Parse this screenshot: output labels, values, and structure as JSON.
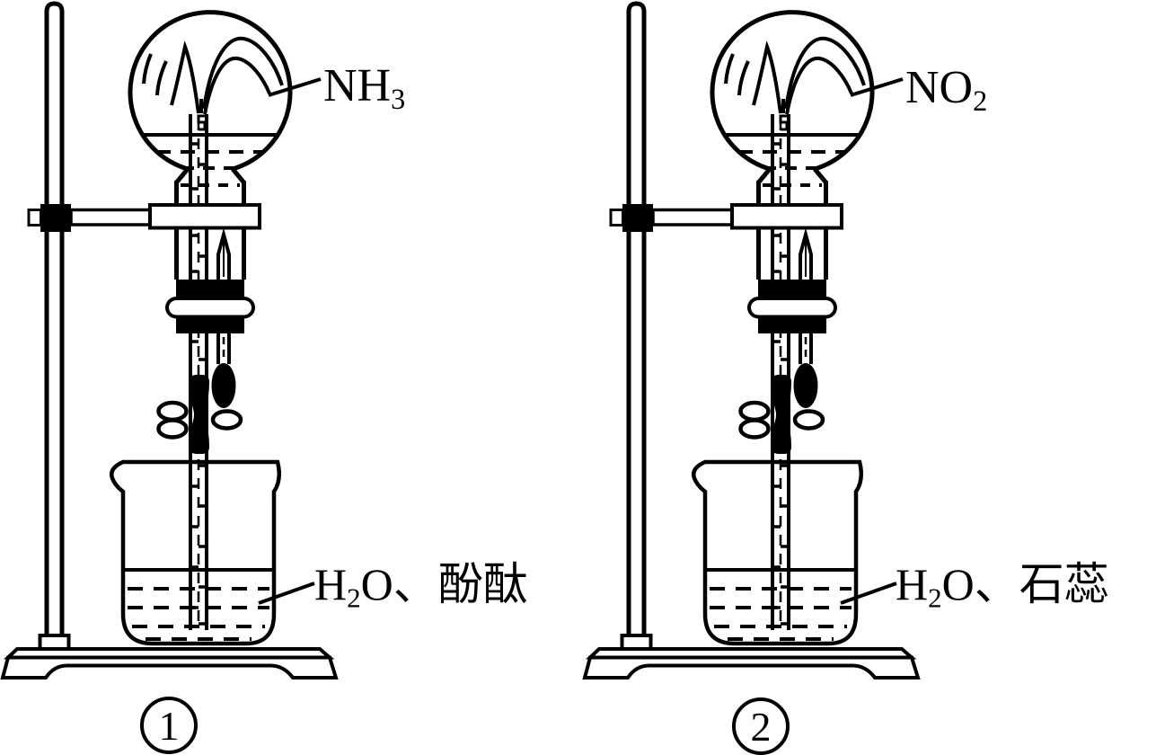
{
  "diagram": {
    "left": {
      "gas_main": "NH",
      "gas_sub": "3",
      "gas_display": "NH₃",
      "beaker_pre": "H",
      "beaker_sub": "2",
      "beaker_post": "O、酚酞",
      "beaker_display": "H₂O、酚酞",
      "number": "1",
      "number_symbol": "①"
    },
    "right": {
      "gas_main": "NO",
      "gas_sub": "2",
      "gas_display": "NO₂",
      "beaker_pre": "H",
      "beaker_sub": "2",
      "beaker_post": "O、石蕊",
      "beaker_display": "H₂O、石蕊",
      "number": "2",
      "number_symbol": "②"
    },
    "components": [
      "ring-stand",
      "clamp",
      "round-bottom-flask",
      "fountain-spray",
      "rubber-stopper",
      "long-glass-tube",
      "dropper-bulb",
      "pinch-clamp",
      "beaker",
      "liquid"
    ]
  },
  "colors": {
    "ink": "#000000",
    "background": "#ffffff"
  }
}
